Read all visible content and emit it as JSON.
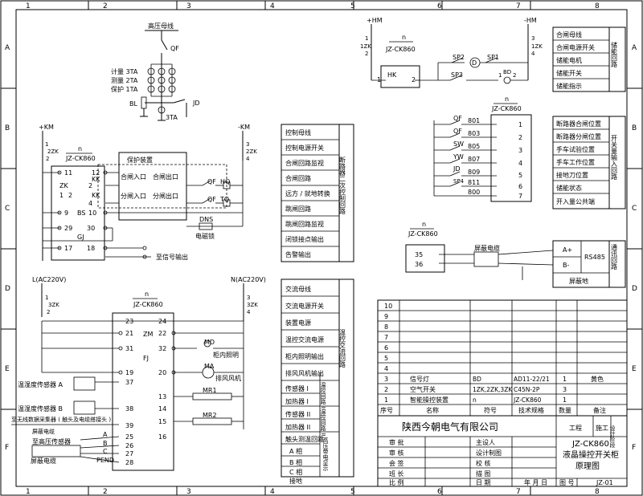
{
  "border": {
    "cols": [
      "1",
      "2",
      "3",
      "4",
      "5",
      "6",
      "7",
      "8"
    ],
    "rows": [
      "A",
      "B",
      "C",
      "D",
      "E",
      "F"
    ]
  },
  "bus_section": {
    "title": "高压母线",
    "qf": "QF",
    "ta_labels": [
      "计量 3TA",
      "测量 2TA",
      "保护 1TA"
    ],
    "bl": "BL",
    "jd": "JD",
    "ta3": "3TA"
  },
  "control_circuit": {
    "pos": "+KM",
    "neg": "-KM",
    "zk_left": [
      "1",
      "2ZK",
      "2"
    ],
    "zk_right": [
      "3",
      "2ZK",
      "4"
    ],
    "n_label": "n",
    "device": "JZ-CK860",
    "terminals_left": [
      "11",
      "ZK",
      "1",
      "2",
      "9",
      "29",
      "17"
    ],
    "terminals_right": [
      "12",
      "KK",
      "2",
      "KK",
      "4",
      "10",
      "30",
      "18"
    ],
    "kk_labels": [
      "KK",
      "1",
      "2",
      "3",
      "4"
    ],
    "bs": "BS",
    "gj": "GJ",
    "prot_title": "保护装置",
    "prot_labels": [
      "合闸入口",
      "合闸出口",
      "分闸入口",
      "分闸出口"
    ],
    "qf_hq": [
      "QF",
      "HQ"
    ],
    "qf_tq": [
      "QF",
      "TQ"
    ],
    "dns": "DNS",
    "dns_desc": "电磁锁",
    "signal_out": "至信号输出"
  },
  "control_legend": {
    "items": [
      "控制母线",
      "控制电源开关",
      "合闸回路监视",
      "合闸回路",
      "远方 / 就地转换",
      "跳闸回路",
      "跳闸回路监视",
      "闭锁接点输出",
      "告警输出"
    ],
    "side": "断路器二次控制回路"
  },
  "power_circuit": {
    "l": "L(AC220V)",
    "n": "N(AC220V)",
    "zk_left": [
      "1",
      "3ZK",
      "2"
    ],
    "zk_right": [
      "3",
      "3ZK",
      "4"
    ],
    "n_label": "n",
    "device": "JZ-CK860",
    "left_terms": [
      "23",
      "21",
      "31",
      "19",
      "37",
      "38",
      "39",
      "25",
      "26",
      "27",
      "28"
    ],
    "right_terms": [
      "24",
      "22",
      "32",
      "20",
      "13",
      "14",
      "15",
      "16"
    ],
    "zm": "ZM",
    "fj": "FJ",
    "md": "MD",
    "md_desc": "柜内照明",
    "ma": "MA",
    "ma_desc": "排风风机",
    "mr1": "MR1",
    "mr2": "MR2",
    "sensor_a": "温湿度传感器 A",
    "sensor_b": "温湿度传感器 B",
    "wireless": "至无线数据采集器 ( 触头及电缆搭接头 )",
    "shield_small": "屏蔽电缆",
    "hv_sensor": "至高压传感器",
    "abc": [
      "A",
      "B",
      "C",
      "PEND"
    ],
    "shield": "屏蔽电缆"
  },
  "power_legend": {
    "items": [
      "交流母线",
      "交流电源开关",
      "装置电源",
      "温控交流电源",
      "柜内照明输出",
      "排风风机输出",
      "传感器 I",
      "加热器 I",
      "传感器 II",
      "加热器 II",
      "触头测温回路",
      "A 相",
      "B 相",
      "C 相",
      "接地"
    ],
    "groups": [
      "温控回路 I",
      "温控回路 II",
      "高压带电显示"
    ],
    "side": "温控交流回路"
  },
  "storage_circuit": {
    "pos": "+HM",
    "neg": "-HM",
    "zk_left": [
      "1",
      "1ZK",
      "2"
    ],
    "zk_right": [
      "3",
      "1ZK",
      "4"
    ],
    "n_label": "n",
    "device": "JZ-CK860",
    "sp1": "SP1",
    "sp2": "SP2",
    "sp3": "SP3",
    "d": "D",
    "bd": [
      "1",
      "BD",
      "2"
    ],
    "hk": "HK",
    "hk_terms": [
      "1",
      "2"
    ]
  },
  "storage_legend": {
    "items": [
      "合闸母线",
      "合闸电源开关",
      "储能电机",
      "储能开关",
      "储能指示"
    ],
    "side": "储能回路"
  },
  "input_circuit": {
    "n_label": "n",
    "device": "JZ-CK860",
    "contacts": [
      "QF",
      "QF",
      "SW",
      "YW",
      "JD",
      "SP4"
    ],
    "wires": [
      "801",
      "803",
      "805",
      "807",
      "809",
      "811",
      "800"
    ],
    "terms": [
      "1",
      "2",
      "3",
      "4",
      "5",
      "6",
      "7"
    ]
  },
  "input_legend": {
    "items": [
      "断路器合闸位置",
      "断路器分闸位置",
      "手车试验位置",
      "手车工作位置",
      "接地刀位置",
      "储能状态",
      "开入量公共端"
    ],
    "side": "开关量输入回路"
  },
  "comm_circuit": {
    "n_label": "n",
    "device": "JZ-CK860",
    "terms": [
      "35",
      "36"
    ],
    "cable": "屏蔽电缆"
  },
  "comm_legend": {
    "a": "A+",
    "b": "B-",
    "rs": "RS485",
    "gnd": "屏蔽地",
    "side": "通讯回路"
  },
  "bom": {
    "rows": [
      {
        "no": "10",
        "name": "",
        "sym": "",
        "spec": "",
        "qty": "",
        "note": ""
      },
      {
        "no": "9",
        "name": "",
        "sym": "",
        "spec": "",
        "qty": "",
        "note": ""
      },
      {
        "no": "8",
        "name": "",
        "sym": "",
        "spec": "",
        "qty": "",
        "note": ""
      },
      {
        "no": "7",
        "name": "",
        "sym": "",
        "spec": "",
        "qty": "",
        "note": ""
      },
      {
        "no": "6",
        "name": "",
        "sym": "",
        "spec": "",
        "qty": "",
        "note": ""
      },
      {
        "no": "5",
        "name": "",
        "sym": "",
        "spec": "",
        "qty": "",
        "note": ""
      },
      {
        "no": "4",
        "name": "",
        "sym": "",
        "spec": "",
        "qty": "",
        "note": ""
      },
      {
        "no": "3",
        "name": "信号灯",
        "sym": "BD",
        "spec": "AD11-22/21",
        "qty": "1",
        "note": "黄色"
      },
      {
        "no": "2",
        "name": "空气开关",
        "sym": "1ZK,2ZK,3ZK",
        "spec": "C45N-2P",
        "qty": "3",
        "note": ""
      },
      {
        "no": "1",
        "name": "智能操控装置",
        "sym": "n",
        "spec": "JZ-CK860",
        "qty": "1",
        "note": ""
      }
    ],
    "headers": [
      "序号",
      "名称",
      "符号",
      "技术规格",
      "数量",
      "备注"
    ]
  },
  "title_block": {
    "company": "陕西今朝电气有限公司",
    "stage_labels": [
      "工程",
      "施工",
      "设计阶段"
    ],
    "left_labels": [
      "审 批",
      "审 核",
      "会 签",
      "班 长",
      "比 例"
    ],
    "mid_labels": [
      "主设人",
      "设计制图",
      "校 核",
      "描 图",
      "日 期"
    ],
    "date_label": "年 月 日",
    "title_lines": [
      "JZ-CK860",
      "液晶操控开关柜",
      "原理图"
    ],
    "drawing_no_label": "图 号",
    "drawing_no": "JZ-01"
  }
}
